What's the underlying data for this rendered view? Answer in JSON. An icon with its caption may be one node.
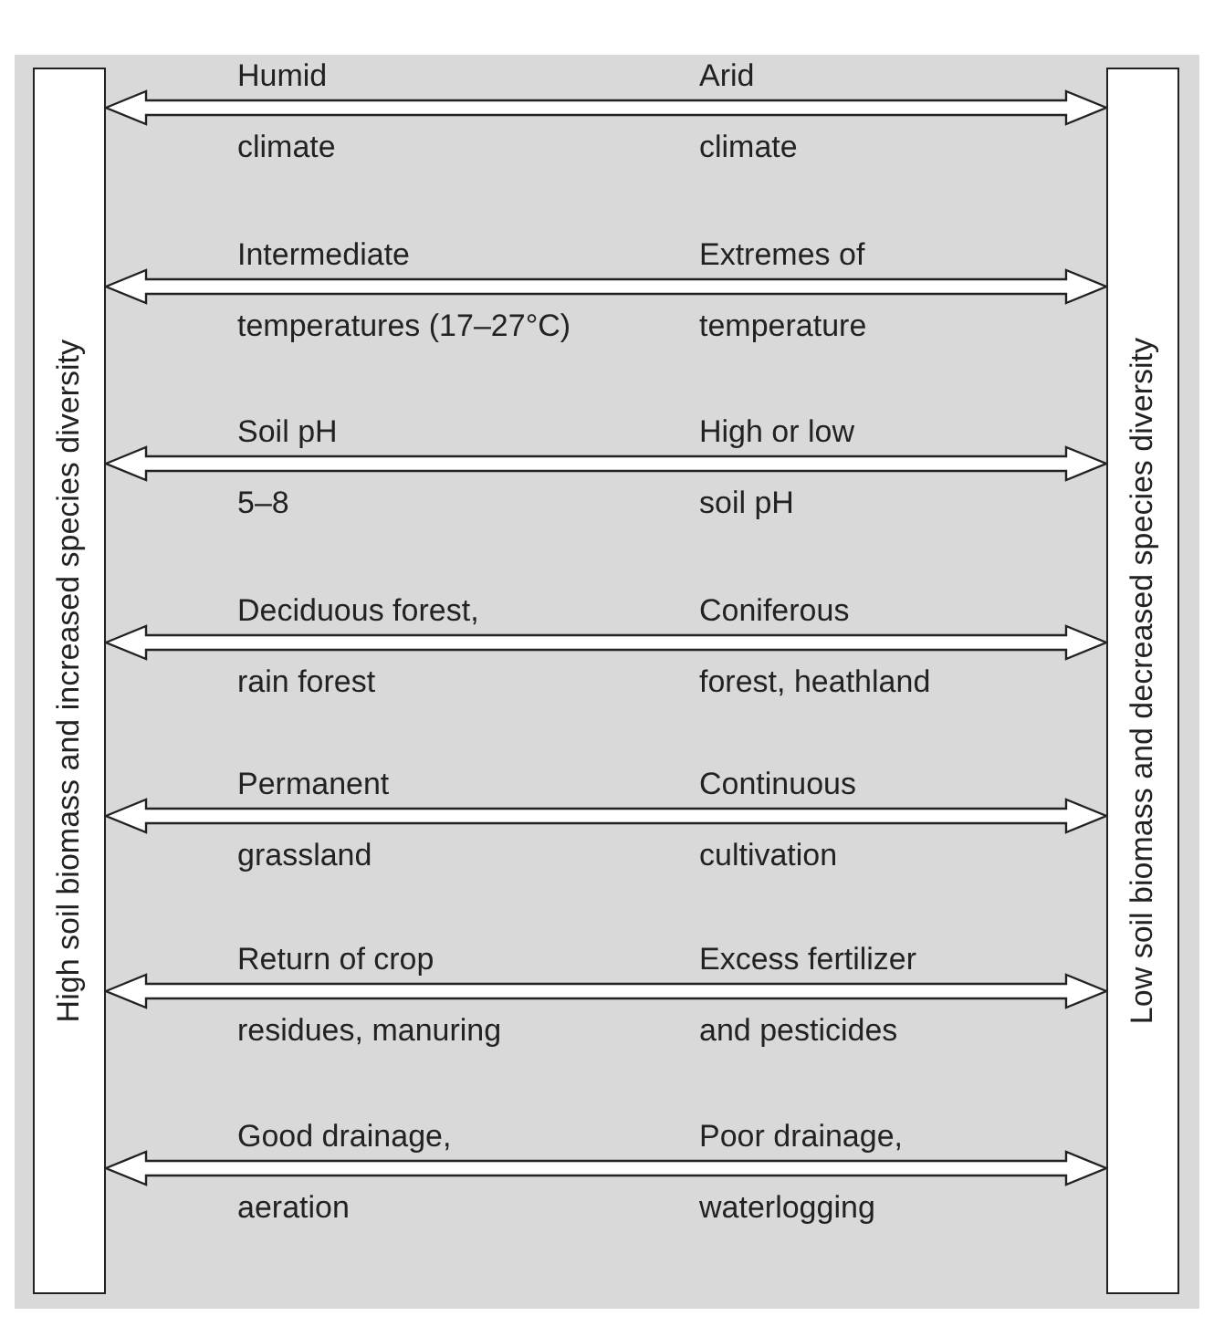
{
  "diagram": {
    "nodes": [
      {
        "text": [
          "High soil biomass and increased species diversity"
        ]
      },
      {
        "text": [
          "Low soil biomass and decreased species diversity"
        ]
      }
    ],
    "edges": [
      {
        "from": 0,
        "to": 1,
        "arrow": "both"
      },
      {
        "from": 0,
        "to": 1,
        "arrow": "both"
      },
      {
        "from": 0,
        "to": 1,
        "arrow": "both"
      },
      {
        "from": 0,
        "to": 1,
        "arrow": "both"
      },
      {
        "from": 0,
        "to": 1,
        "arrow": "both"
      },
      {
        "from": 0,
        "to": 1,
        "arrow": "both"
      },
      {
        "from": 0,
        "to": 1,
        "arrow": "both"
      }
    ],
    "labels": [
      "Humid",
      "Arid",
      "climate",
      "climate",
      "Intermediate",
      "Extremes of",
      "temperatures (17–27°C)",
      "temperature",
      "Soil pH",
      "High or low",
      "5–8",
      "soil pH",
      "Deciduous forest,",
      "Coniferous",
      "rain forest",
      "forest, heathland",
      "Permanent",
      "Continuous",
      "grassland",
      "cultivation",
      "Return of crop",
      "Excess fertilizer",
      "residues, manuring",
      "and pesticides",
      "Good drainage,",
      "Poor drainage,",
      "aeration",
      "waterlogging"
    ]
  }
}
